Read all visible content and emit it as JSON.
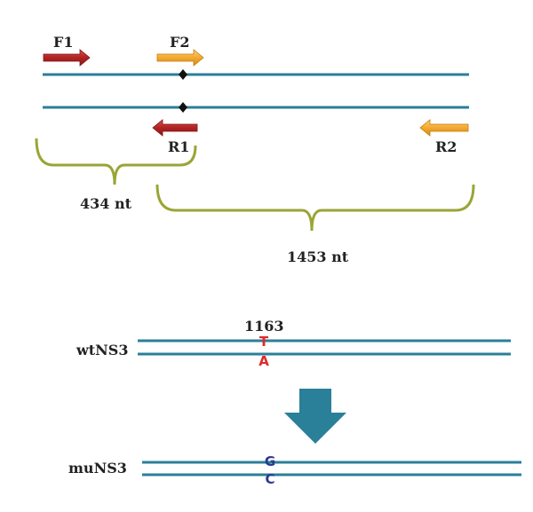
{
  "primers": {
    "f1": "F1",
    "f2": "F2",
    "r1": "R1",
    "r2": "R2"
  },
  "fragments": {
    "first": "434 nt",
    "second": "1453 nt"
  },
  "wild": {
    "label": "wtNS3",
    "position": "1163",
    "top_base": "T",
    "bottom_base": "A"
  },
  "mutant": {
    "label": "muNS3",
    "top_base": "G",
    "bottom_base": "C"
  },
  "colors": {
    "strand": "#2a7f99",
    "forward_red": "#b22222",
    "forward_orange": "#f2a92e",
    "bracket": "#9aa535",
    "wild_base": "#e02828",
    "mutant_base": "#2b3a8f",
    "down_arrow": "#2a7f99"
  }
}
